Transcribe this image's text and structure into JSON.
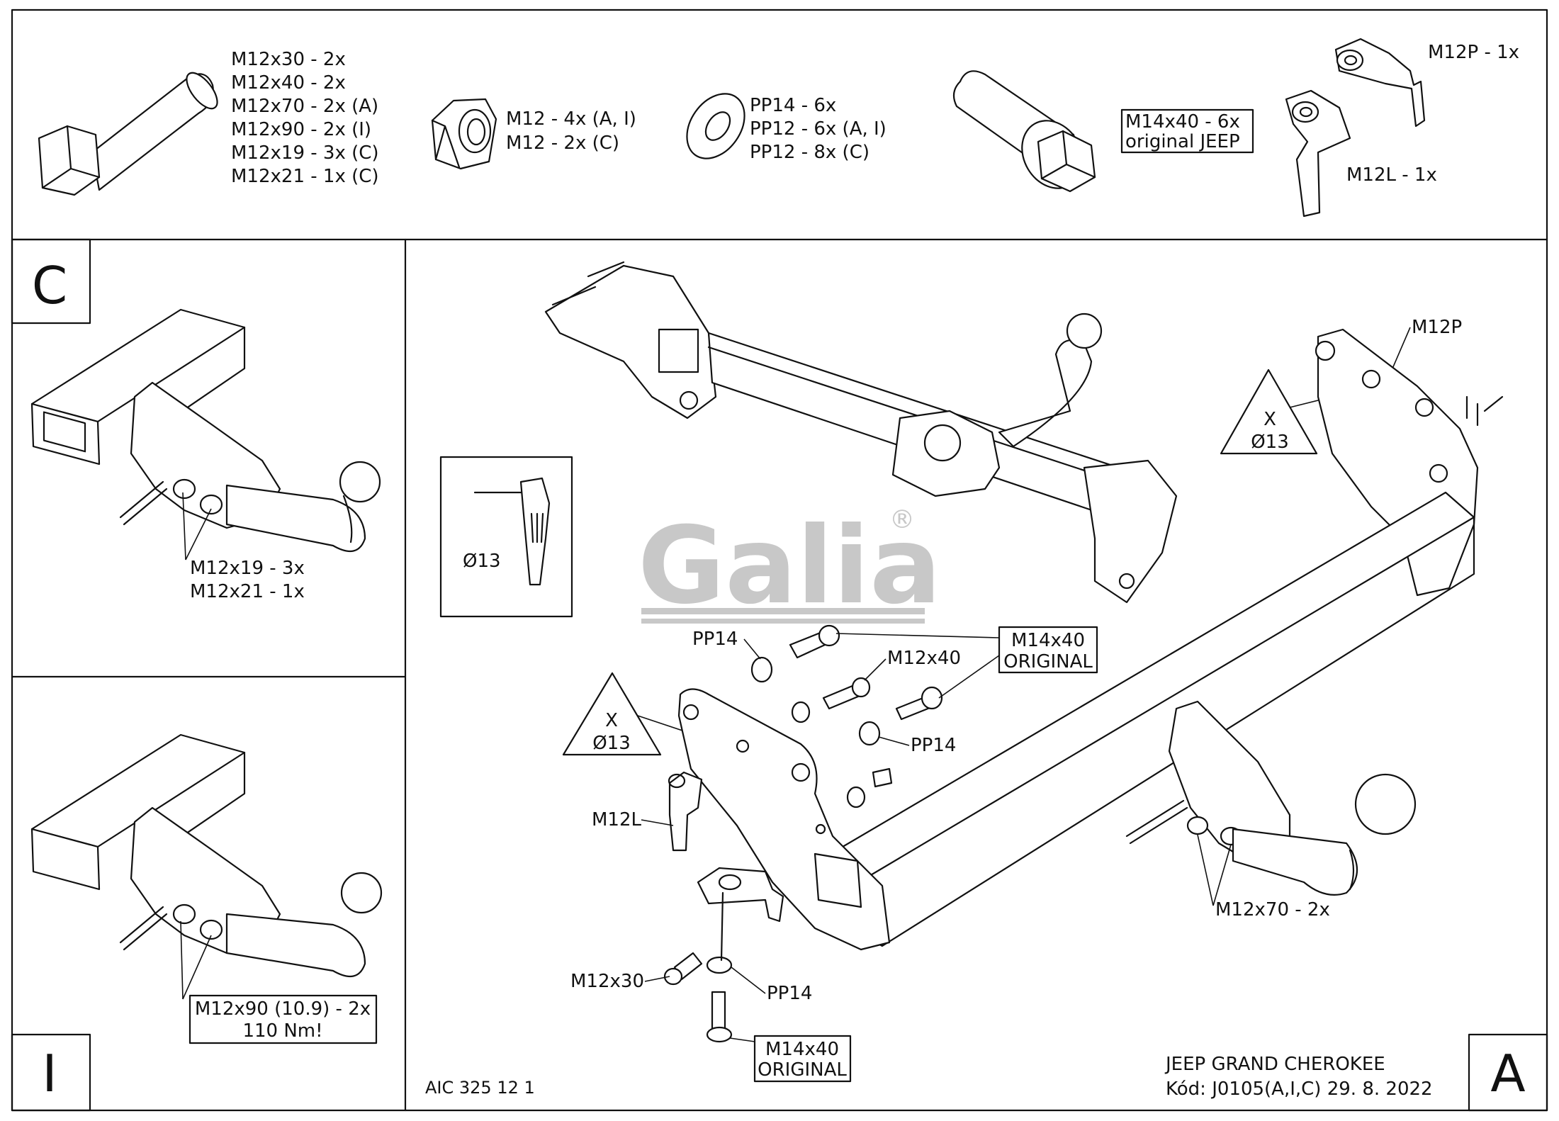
{
  "parts_list": {
    "bolts": [
      "M12x30 - 2x",
      "M12x40 - 2x",
      "M12x70 - 2x (A)",
      "M12x90 - 2x (I)",
      "M12x19 - 3x (C)",
      "M12x21 - 1x (C)"
    ],
    "nuts": [
      "M12 - 4x (A, I)",
      "M12 - 2x (C)"
    ],
    "washers": [
      "PP14 - 6x",
      "PP12 - 6x (A, I)",
      "PP12 - 8x (C)"
    ],
    "flange_bolts": [
      "M14x40 - 6x",
      "original JEEP"
    ],
    "plate_m12p": "M12P - 1x",
    "plate_m12l": "M12L - 1x"
  },
  "panel_c": {
    "letter": "C",
    "callout": [
      "M12x19 - 3x",
      "M12x21 - 1x"
    ]
  },
  "panel_i": {
    "letter": "I",
    "callout": [
      "M12x90 (10.9) - 2x",
      "110 Nm!"
    ]
  },
  "panel_a": {
    "letter": "A",
    "drill_box": "Ø13",
    "warning_left": [
      "X",
      "Ø13"
    ],
    "warning_right": [
      "X",
      "Ø13"
    ],
    "labels": {
      "m12p": "M12P",
      "pp14_top": "PP14",
      "m12x40": "M12x40",
      "m14x40_top": [
        "M14x40",
        "ORIGINAL"
      ],
      "pp14_mid": "PP14",
      "m12l": "M12L",
      "m12x70": "M12x70 - 2x",
      "m12x30": "M12x30",
      "pp14_bottom": "PP14",
      "m14x40_bottom": [
        "M14x40",
        "ORIGINAL"
      ]
    }
  },
  "logo": {
    "text": "Galia",
    "mark": "®"
  },
  "footer": {
    "code_left": "AIC 325 12 1",
    "vehicle": "JEEP GRAND CHEROKEE",
    "kod": "Kód: J0105(A,I,C)  29. 8. 2022"
  }
}
